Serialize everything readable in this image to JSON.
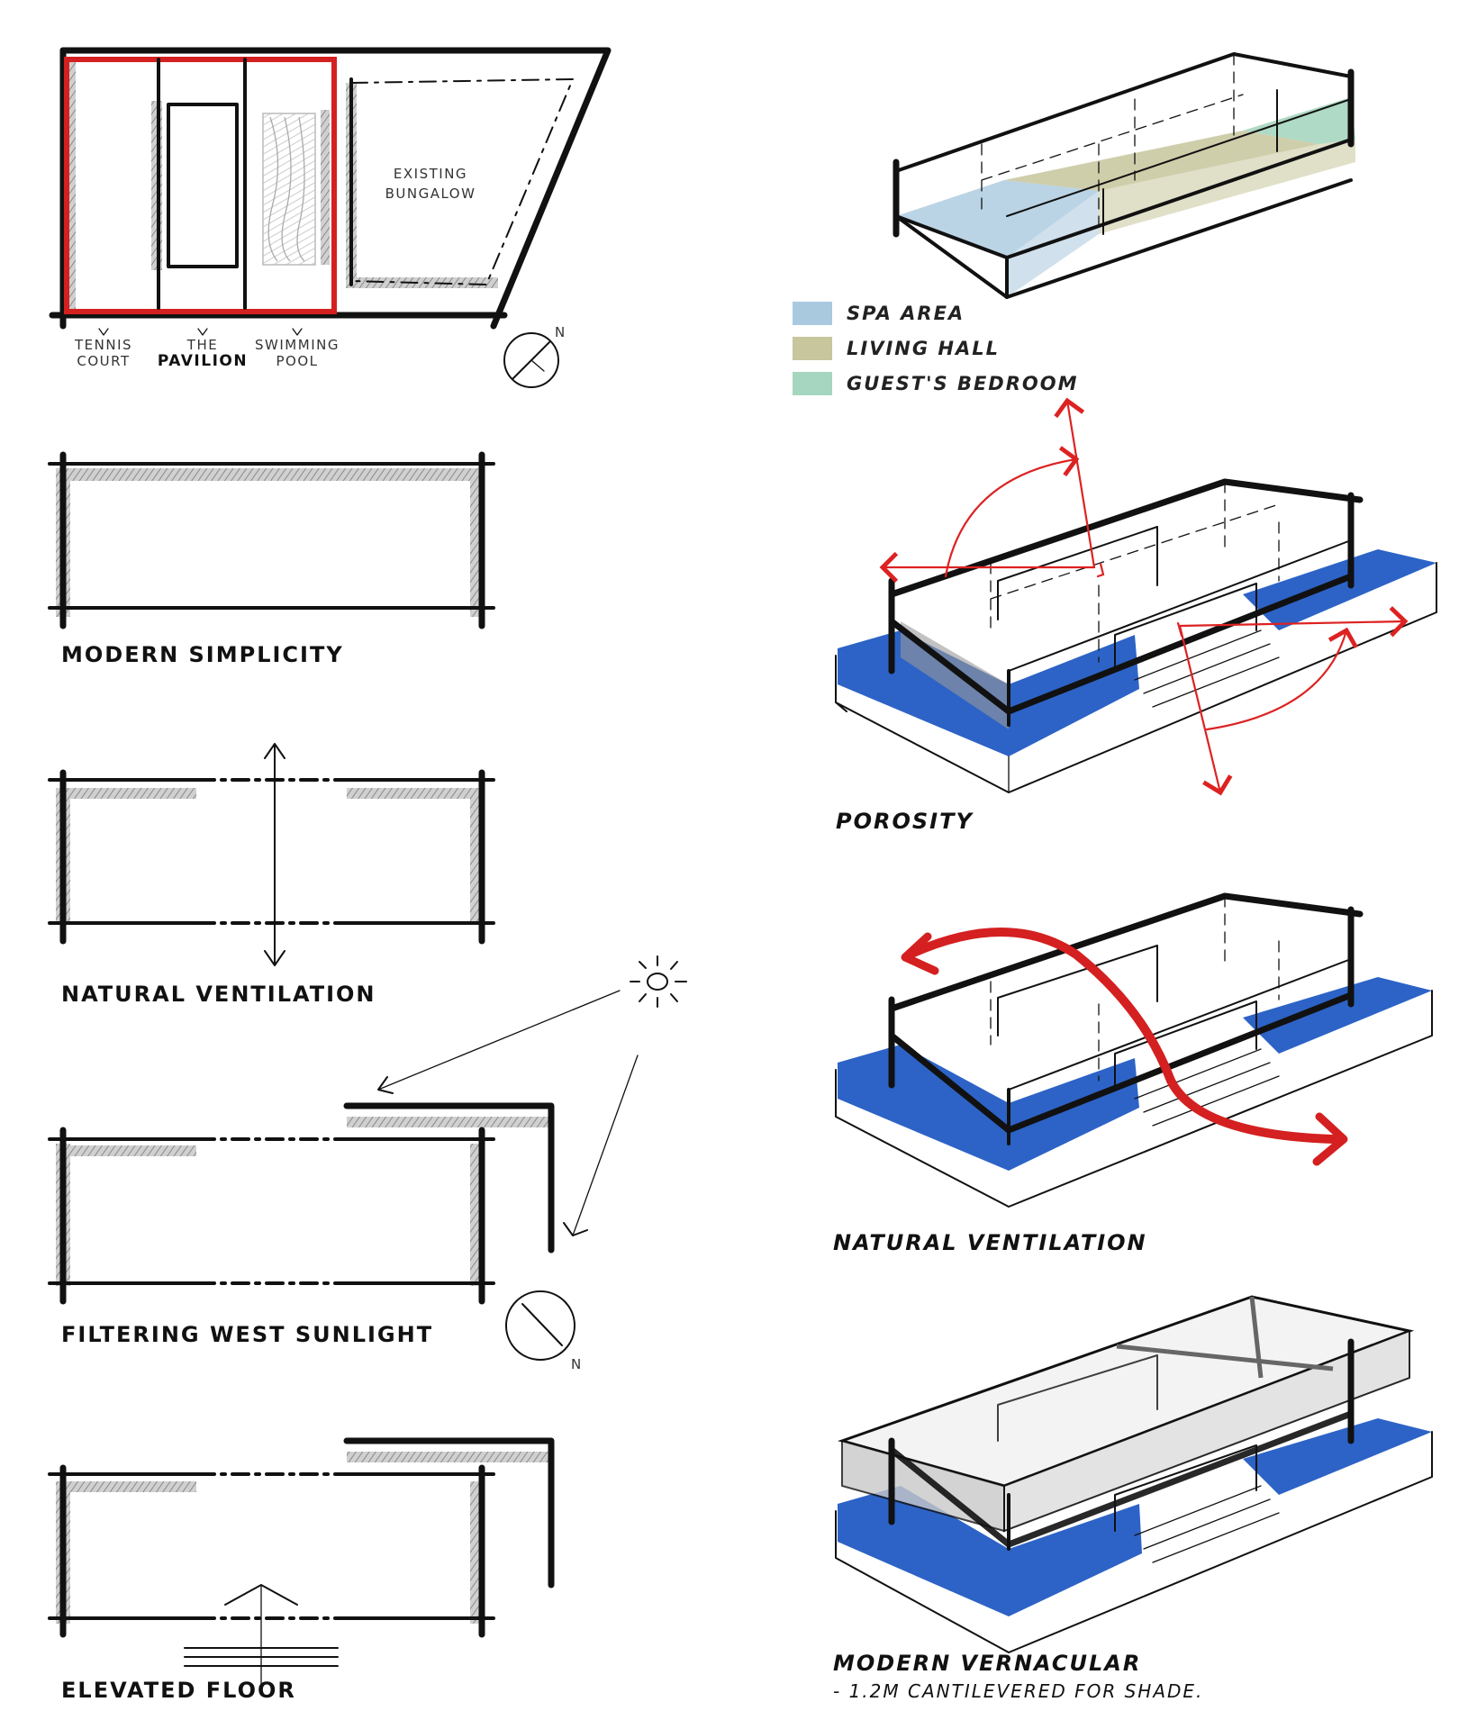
{
  "site_plan": {
    "bungalow_label_line1": "EXISTING",
    "bungalow_label_line2": "BUNGALOW",
    "zones": [
      {
        "line1": "TENNIS",
        "line2": "COURT"
      },
      {
        "line1": "THE",
        "line2": "PAVILION"
      },
      {
        "line1": "SWIMMING",
        "line2": "POOL"
      }
    ],
    "north_label": "N"
  },
  "legend": [
    {
      "label": "SPA AREA",
      "color": "#a9c9df"
    },
    {
      "label": "LIVING HALL",
      "color": "#c7c69c"
    },
    {
      "label": "GUEST'S BEDROOM",
      "color": "#a6d6bf"
    }
  ],
  "captions": {
    "modern_simplicity": "MODERN SIMPLICITY",
    "natural_ventilation_plan": "NATURAL VENTILATION",
    "filtering_west_sunlight": "FILTERING WEST SUNLIGHT",
    "elevated_floor": "ELEVATED FLOOR",
    "porosity": "POROSITY",
    "natural_ventilation_axo": "NATURAL VENTILATION",
    "modern_vernacular": "MODERN VERNACULAR",
    "modern_vernacular_note": "- 1.2M CANTILEVERED FOR SHADE."
  },
  "compass_north_label": "N",
  "colors": {
    "ink": "#111111",
    "red_highlight": "#d22222",
    "water_blue": "#2d63c6"
  }
}
